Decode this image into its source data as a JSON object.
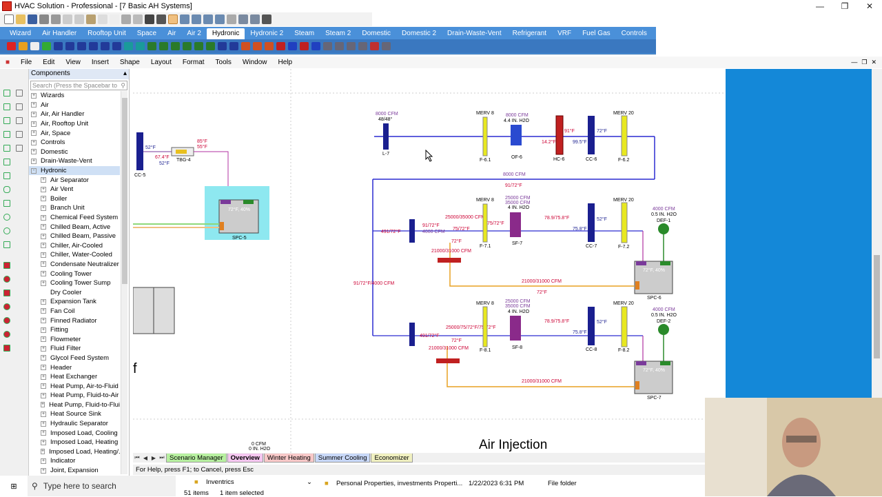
{
  "window": {
    "title": "HVAC Solution - Professional - [7 Basic AH Systems]"
  },
  "ribbon": {
    "tabs": [
      "Wizard",
      "Air Handler",
      "Rooftop Unit",
      "Space",
      "Air",
      "Air 2",
      "Hydronic",
      "Hydronic 2",
      "Steam",
      "Steam 2",
      "Domestic",
      "Domestic 2",
      "Drain-Waste-Vent",
      "Refrigerant",
      "VRF",
      "Fuel Gas",
      "Controls"
    ],
    "active_tab": "Hydronic"
  },
  "menu": [
    "File",
    "Edit",
    "View",
    "Insert",
    "Shape",
    "Layout",
    "Format",
    "Tools",
    "Window",
    "Help"
  ],
  "components": {
    "title": "Components",
    "search_placeholder": "Search (Press the Spacebar to",
    "items": [
      {
        "label": "Wizards",
        "level": 0,
        "exp": "+"
      },
      {
        "label": "Air",
        "level": 0,
        "exp": "+"
      },
      {
        "label": "Air, Air Handler",
        "level": 0,
        "exp": "+"
      },
      {
        "label": "Air, Rooftop Unit",
        "level": 0,
        "exp": "+"
      },
      {
        "label": "Air, Space",
        "level": 0,
        "exp": "+"
      },
      {
        "label": "Controls",
        "level": 0,
        "exp": "+"
      },
      {
        "label": "Domestic",
        "level": 0,
        "exp": "+"
      },
      {
        "label": "Drain-Waste-Vent",
        "level": 0,
        "exp": "+"
      },
      {
        "label": "Hydronic",
        "level": 0,
        "exp": "-",
        "selected": true
      },
      {
        "label": "Air Separator",
        "level": 1,
        "exp": "+"
      },
      {
        "label": "Air Vent",
        "level": 1,
        "exp": "+"
      },
      {
        "label": "Boiler",
        "level": 1,
        "exp": "+"
      },
      {
        "label": "Branch Unit",
        "level": 1,
        "exp": "+"
      },
      {
        "label": "Chemical Feed System",
        "level": 1,
        "exp": "+"
      },
      {
        "label": "Chilled Beam, Active",
        "level": 1,
        "exp": "+"
      },
      {
        "label": "Chilled Beam, Passive",
        "level": 1,
        "exp": "+"
      },
      {
        "label": "Chiller, Air-Cooled",
        "level": 1,
        "exp": "+"
      },
      {
        "label": "Chiller, Water-Cooled",
        "level": 1,
        "exp": "+"
      },
      {
        "label": "Condensate Neutralizer",
        "level": 1,
        "exp": "+"
      },
      {
        "label": "Cooling Tower",
        "level": 1,
        "exp": "+"
      },
      {
        "label": "Cooling Tower Sump",
        "level": 1,
        "exp": "+"
      },
      {
        "label": "Dry Cooler",
        "level": 1,
        "exp": ""
      },
      {
        "label": "Expansion Tank",
        "level": 1,
        "exp": "+"
      },
      {
        "label": "Fan Coil",
        "level": 1,
        "exp": "+"
      },
      {
        "label": "Finned Radiator",
        "level": 1,
        "exp": "+"
      },
      {
        "label": "Fitting",
        "level": 1,
        "exp": "+"
      },
      {
        "label": "Flowmeter",
        "level": 1,
        "exp": "+"
      },
      {
        "label": "Fluid Filter",
        "level": 1,
        "exp": "+"
      },
      {
        "label": "Glycol Feed System",
        "level": 1,
        "exp": "+"
      },
      {
        "label": "Header",
        "level": 1,
        "exp": "+"
      },
      {
        "label": "Heat Exchanger",
        "level": 1,
        "exp": "+"
      },
      {
        "label": "Heat Pump, Air-to-Fluid",
        "level": 1,
        "exp": "+"
      },
      {
        "label": "Heat Pump, Fluid-to-Air",
        "level": 1,
        "exp": "+"
      },
      {
        "label": "Heat Pump, Fluid-to-Fluid",
        "level": 1,
        "exp": "+"
      },
      {
        "label": "Heat Source Sink",
        "level": 1,
        "exp": "+"
      },
      {
        "label": "Hydraulic Separator",
        "level": 1,
        "exp": "+"
      },
      {
        "label": "Imposed Load, Cooling",
        "level": 1,
        "exp": "+"
      },
      {
        "label": "Imposed Load, Heating",
        "level": 1,
        "exp": "+"
      },
      {
        "label": "Imposed Load, Heating/...",
        "level": 1,
        "exp": "+"
      },
      {
        "label": "Indicator",
        "level": 1,
        "exp": "+"
      },
      {
        "label": "Joint, Expansion",
        "level": 1,
        "exp": "+"
      }
    ]
  },
  "diagram": {
    "top_labels": {
      "l7_cfm": "8000 CFM",
      "l7_temp": "48/48°",
      "l7": "L-7",
      "merv8_top": "MERV 8",
      "f61": "F-6.1",
      "of6_cfm": "8000 CFM",
      "of6_press": "4.4 IN. H2O",
      "of6": "OF-6",
      "hc6": "HC-6",
      "hc6_t1": "91°F",
      "hc6_t2": "14.2°F",
      "cc6": "CC-6",
      "cc6_t1": "72°F",
      "cc6_t2": "99.5°F",
      "merv20_top": "MERV 20",
      "f62": "F-6.2",
      "return_cfm": "8000 CFM",
      "return_temp": "91/72°F"
    },
    "mid_labels": {
      "merv8": "MERV 8",
      "f71": "F-7.1",
      "sf7_cfm1": "25000 CFM",
      "sf7_cfm2": "35000 CFM",
      "sf7_press": "4 IN. H2O",
      "sf7": "SF-7",
      "cc7": "CC-7",
      "cc7_t1": "78.9/75.8°F",
      "cc7_t2": "75.8°F",
      "cc7_t3": "52°F",
      "merv20": "MERV 20",
      "f72": "F-7.2",
      "def1_cfm": "4000 CFM",
      "def1_press": "0.5 IN. H2O",
      "def1": "DEF-1",
      "flow1": "25000/35000 CFM",
      "flow2": "75/72°F",
      "flow3": "75/72°F",
      "mix1": "491/72°F",
      "mix2": "91/72°F",
      "mix3": "4000 CFM",
      "bypass_cfm": "21000/31000 CFM",
      "bypass_t": "72°F",
      "spc6_t": "72°F, 40%",
      "spc6": "SPC-6",
      "left_flow": "91/72°F/4000 CFM",
      "loop_cfm": "21000/31000 CFM",
      "loop_t": "72°F"
    },
    "bot_labels": {
      "merv8": "MERV 8",
      "f81": "F-8.1",
      "sf8_cfm1": "25000 CFM",
      "sf8_cfm2": "35000 CFM",
      "sf8_press": "4 IN. H2O",
      "sf8": "SF-8",
      "cc8": "CC-8",
      "cc8_t1": "78.9/75.8°F",
      "cc8_t2": "75.8°F",
      "cc8_t3": "52°F",
      "merv20": "MERV 20",
      "f82": "F-8.2",
      "def2_cfm": "4000 CFM",
      "def2_press": "0.5 IN. H2O",
      "def2": "DEF-2",
      "flow1": "25000/75/72°F/75/72°F",
      "mix1": "491/72°F",
      "bypass_cfm": "21000/31000 CFM",
      "bypass_t": "72°F",
      "spc7_t": "72°F, 40%",
      "spc7": "SPC-7",
      "loop_cfm": "21000/31000 CFM"
    },
    "left_labels": {
      "cc5": "CC-5",
      "cc5_t1": "52°F",
      "cc5_t2": "67.4°F",
      "cc5_t3": "52°F",
      "tbg4": "TBG-4",
      "tbg4_t1": "85°F",
      "tbg4_t2": "55°F",
      "spc5_t": "72°F, 40%",
      "spc5": "SPC-5",
      "frag": "f",
      "bottom_cfm": "0 CFM",
      "bottom_press": "0 IN. H2O"
    },
    "caption": "Air Injection"
  },
  "sheet_tabs": [
    {
      "label": "Scenario Manager",
      "color": "#b7f0a0"
    },
    {
      "label": "Overview",
      "color": "#f5c6f0",
      "active": true
    },
    {
      "label": "Winter Heating",
      "color": "#f8c8c8"
    },
    {
      "label": "Summer Cooling",
      "color": "#c8d8f8"
    },
    {
      "label": "Economizer",
      "color": "#f0f0c0"
    }
  ],
  "status": {
    "text": "For Help, press F1; to Cancel, press Esc"
  },
  "taskbar": {
    "search_placeholder": "Type here to search"
  },
  "explorer": {
    "folder1": "Inventrics",
    "folder2": "Personal Properties, investments Properti...",
    "date": "1/22/2023 6:31 PM",
    "type": "File folder",
    "count": "51 items",
    "selection": "1 item selected"
  }
}
